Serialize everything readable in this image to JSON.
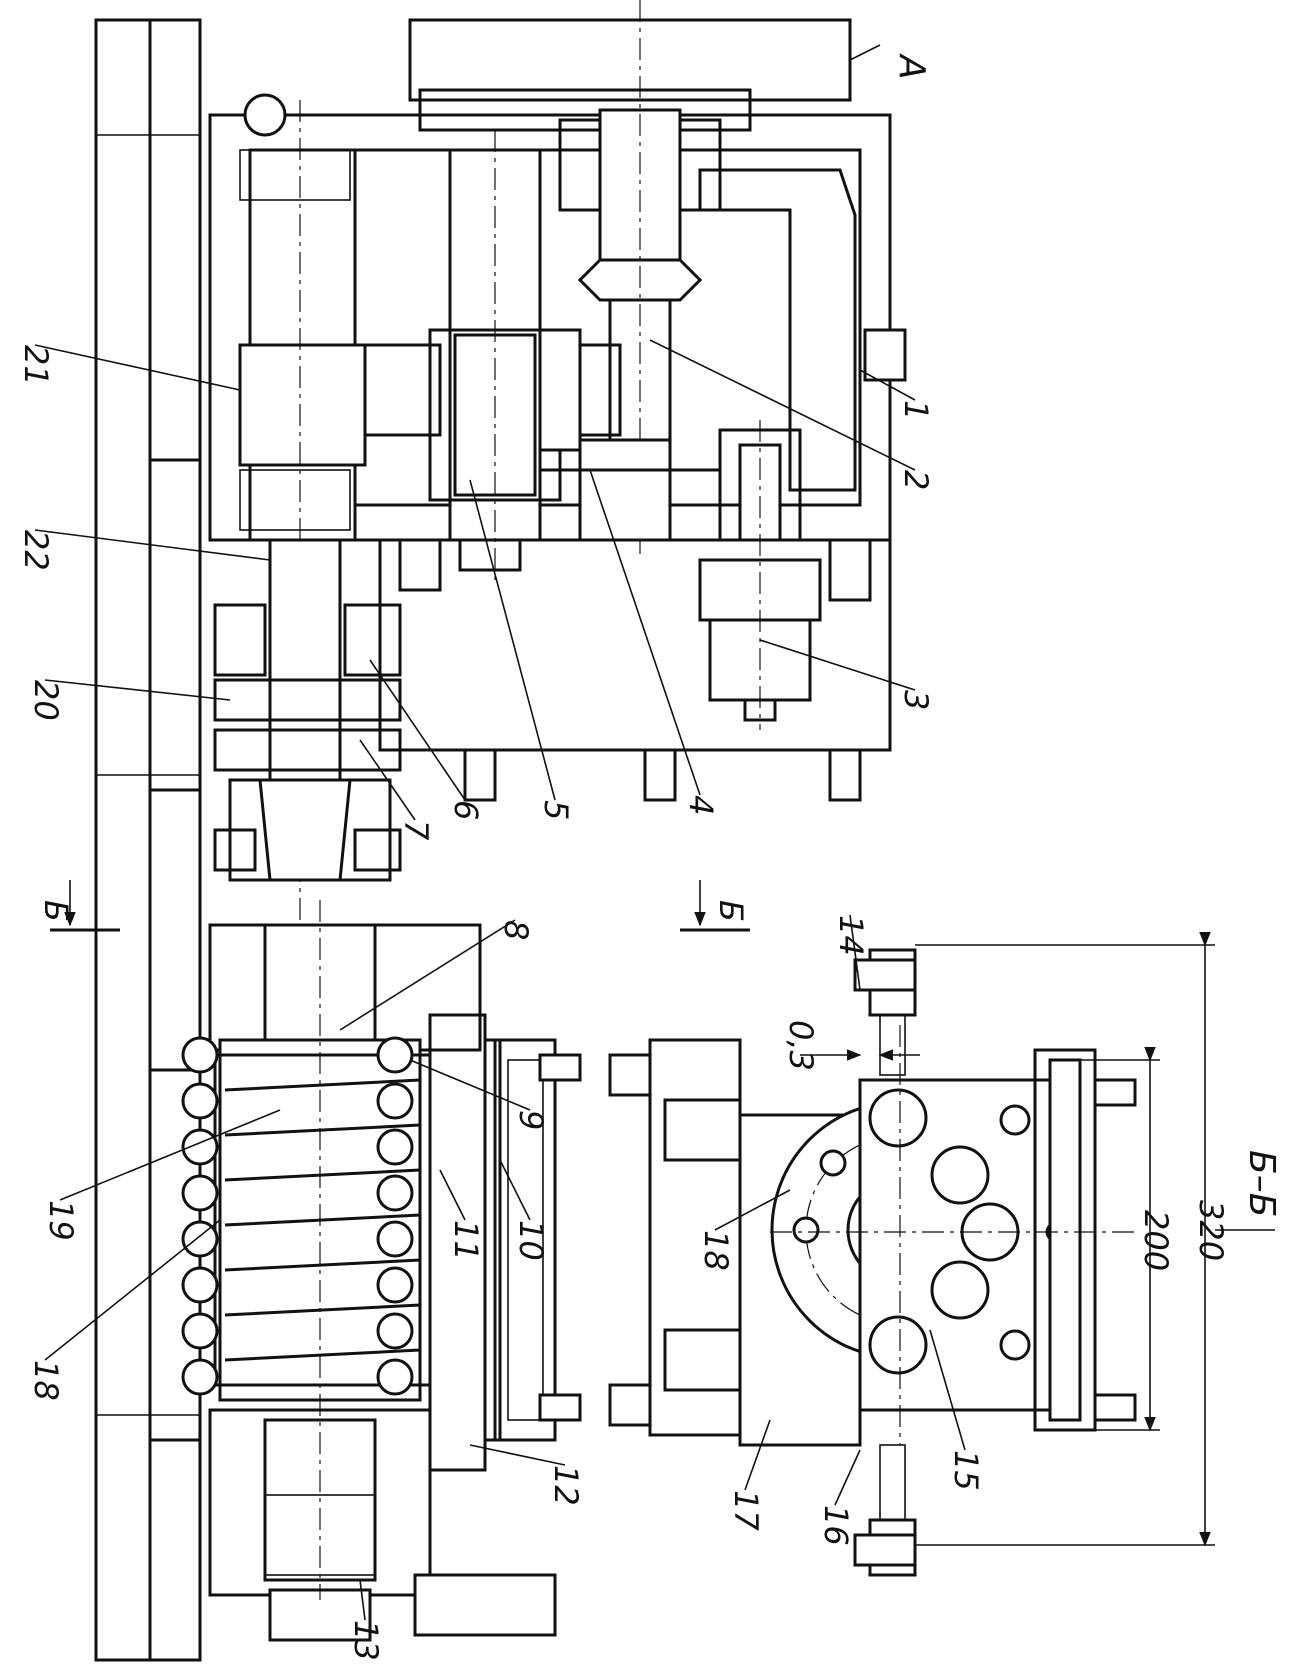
{
  "drawing": {
    "view_label": "А",
    "section_marks": [
      "Б",
      "Б"
    ],
    "section_title": "Б–Б",
    "dimensions": {
      "clearance": "0,3",
      "inner_width": "200",
      "overall_width": "320"
    },
    "callouts": [
      {
        "label": "1"
      },
      {
        "label": "2"
      },
      {
        "label": "3"
      },
      {
        "label": "4"
      },
      {
        "label": "5"
      },
      {
        "label": "6"
      },
      {
        "label": "7"
      },
      {
        "label": "8"
      },
      {
        "label": "9"
      },
      {
        "label": "10"
      },
      {
        "label": "11"
      },
      {
        "label": "12"
      },
      {
        "label": "13"
      },
      {
        "label": "14"
      },
      {
        "label": "15"
      },
      {
        "label": "16"
      },
      {
        "label": "17"
      },
      {
        "label": "18"
      },
      {
        "label": "18"
      },
      {
        "label": "19"
      },
      {
        "label": "20"
      },
      {
        "label": "21"
      },
      {
        "label": "22"
      }
    ]
  }
}
